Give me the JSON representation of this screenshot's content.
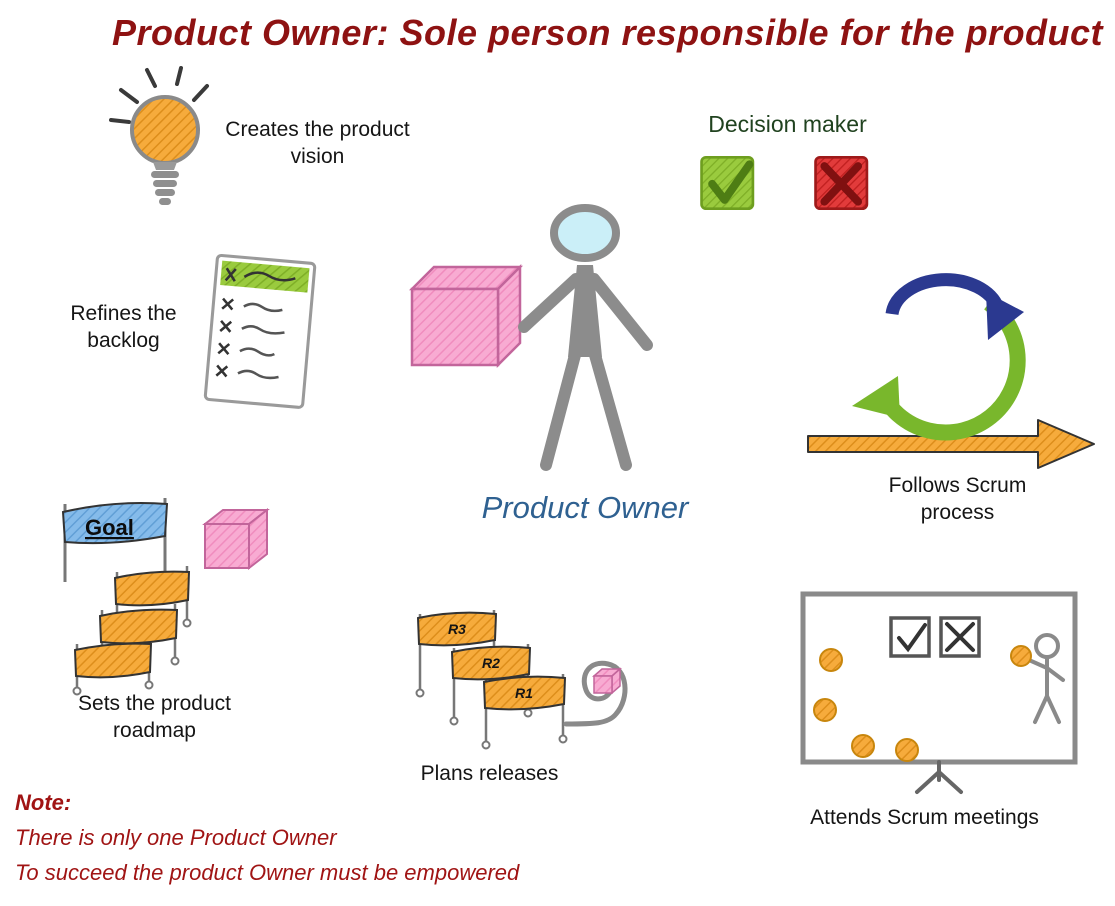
{
  "title": "Product Owner: Sole person responsible for the product",
  "center": {
    "label": "Product Owner"
  },
  "responsibilities": {
    "vision": "Creates the product vision",
    "decision": "Decision maker",
    "backlog": "Refines the backlog",
    "scrum_process": "Follows Scrum process",
    "roadmap": "Sets the product roadmap",
    "releases": "Plans releases",
    "meetings": "Attends Scrum meetings"
  },
  "roadmap": {
    "goal": "Goal"
  },
  "releases": {
    "flags": [
      "R3",
      "R2",
      "R1"
    ]
  },
  "note": {
    "heading": "Note:",
    "lines": [
      "There is only one Product Owner",
      "To succeed the product Owner must be empowered"
    ]
  },
  "icons": [
    "lightbulb-icon",
    "check-box-icon",
    "cross-box-icon",
    "backlog-clipboard-icon",
    "product-owner-figure",
    "product-box-icon",
    "scrum-process-icon",
    "roadmap-flags-icon",
    "release-flags-icon",
    "release-cube-icon",
    "scrum-meeting-icon",
    "presenter-figure"
  ],
  "colors": {
    "title": "#8E1212",
    "note": "#A01414",
    "center_label": "#2F6191",
    "decision_label": "#20421F",
    "orange": "#F6AB3C",
    "green": "#8DC63F",
    "pink": "#F8ABD2",
    "blue": "#85BBEA",
    "red": "#E23B3B",
    "dark_blue": "#2B3990",
    "gray": "#8C8C8C"
  }
}
